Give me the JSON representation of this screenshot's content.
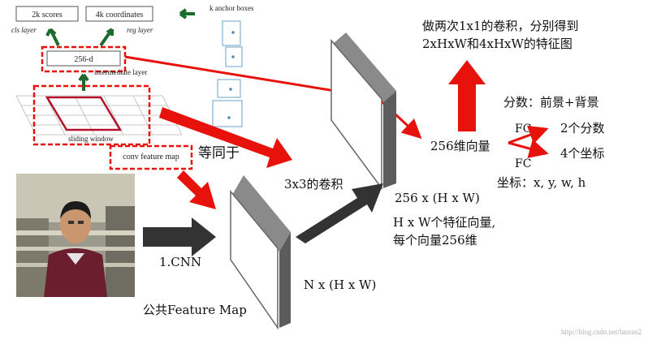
{
  "rpn": {
    "cls_scores": "2k scores",
    "reg_coords": "4k coordinates",
    "cls_layer": "cls layer",
    "reg_layer": "reg layer",
    "intermediate_box": "256-d",
    "intermediate_label": "intermediate layer",
    "anchor_label": "k anchor boxes",
    "sliding_window": "sliding window",
    "conv_feature_map": "conv feature map"
  },
  "labels": {
    "equivalent": "等同于",
    "conv3x3": "3x3的卷积",
    "cnn": "1.CNN",
    "shared_feature_map": "公共Feature Map",
    "nxhxw": "N x (H x W)",
    "dim_256": "256 x (H x W)",
    "hxw_line1": "H x W个特征向量,",
    "hxw_line2": "每个向量256维",
    "vec256": "256维向量",
    "fc1": "FC",
    "fc2": "FC",
    "two_scores": "2个分数",
    "four_coords": "4个坐标",
    "score_desc": "分数：前景+背景",
    "coord_desc": "坐标：x, y, w, h",
    "top_line1": "做两次1x1的卷积，分别得到",
    "top_line2": "2xHxW和4xHxW的特征图",
    "watermark": "http://blog.csdn.net/lanran2"
  },
  "colors": {
    "red": "#e8120c",
    "green": "#1a6b2c",
    "dark_arrow": "#333333",
    "panel": "#777777"
  }
}
